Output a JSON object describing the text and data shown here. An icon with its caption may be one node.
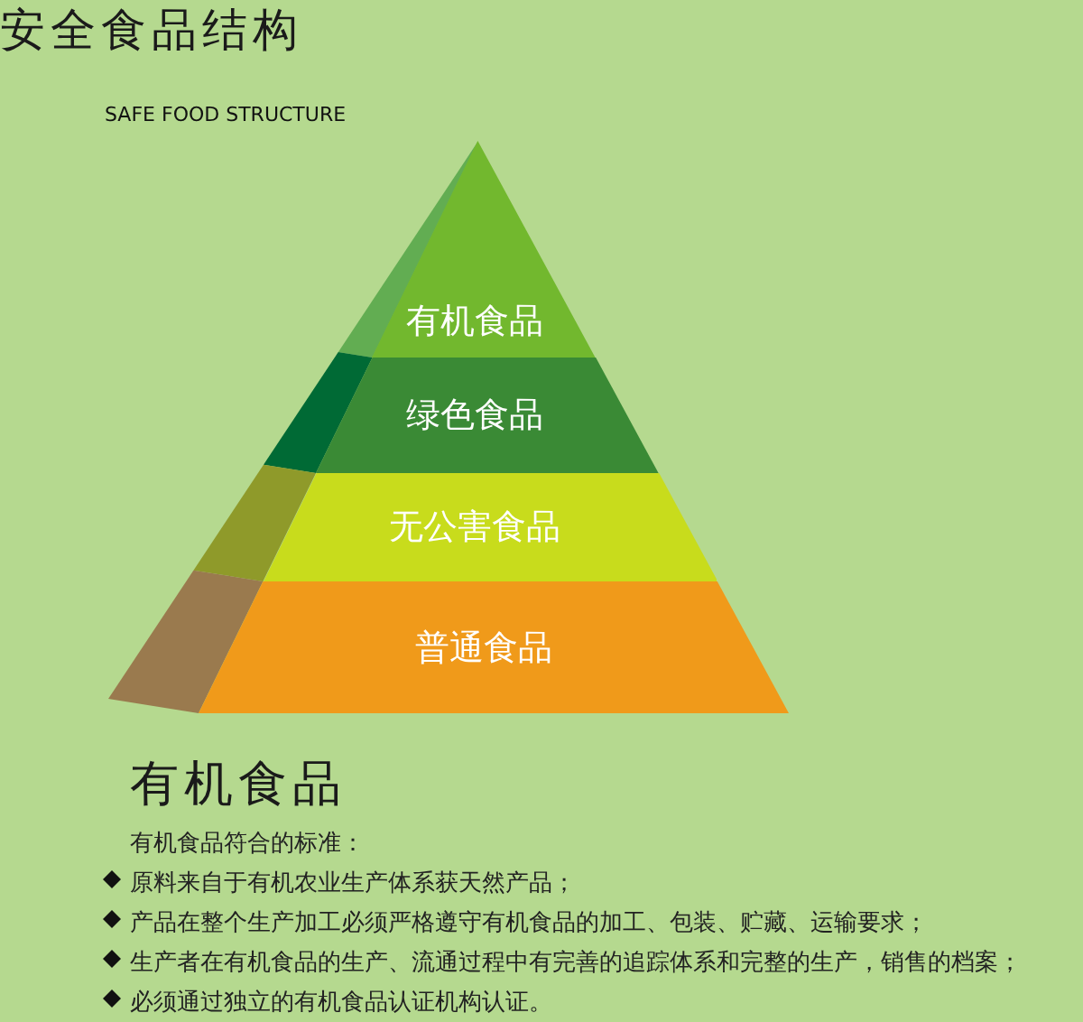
{
  "diagram": {
    "title": "安全食品结构",
    "nodes": [
      {
        "text": [
          "有机食品"
        ]
      },
      {
        "text": [
          "绿色食品"
        ]
      },
      {
        "text": [
          "无公害食品"
        ]
      },
      {
        "text": [
          "普通食品"
        ]
      }
    ],
    "labels": [
      "SAFE FOOD STRUCTURE",
      "有机食品",
      "有机食品符合的标准：",
      "原料来自于有机农业生产体系获天然产品；",
      "产品在整个生产加工必须严格遵守有机食品的加工、包装、贮藏、运输要求；",
      "生产者在有机食品的生产、流通过程中有完善的追踪体系和完整的生产，销售的档案；",
      "必须通过独立的有机食品认证机构认证。"
    ]
  }
}
